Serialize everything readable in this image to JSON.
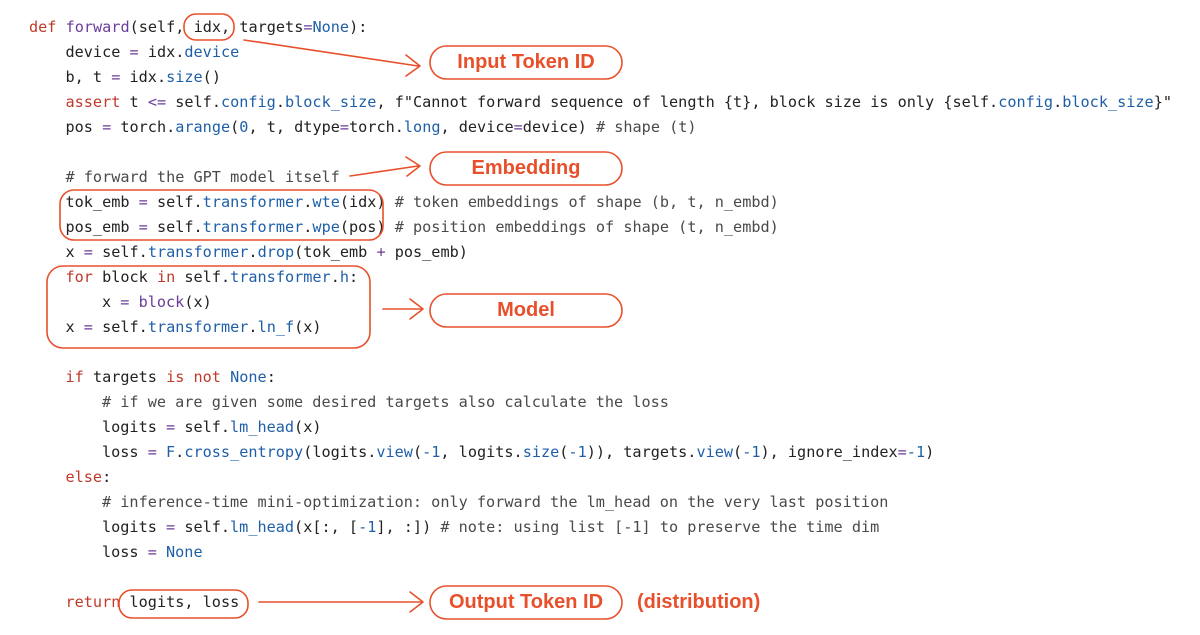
{
  "code_lines": [
    {
      "indent": 0,
      "tokens": [
        [
          "kw",
          "def "
        ],
        [
          "fn",
          "forward"
        ],
        [
          "nm",
          "(self, "
        ],
        [
          "nm",
          "idx, "
        ],
        [
          "nm",
          "targets"
        ],
        [
          "op",
          "="
        ],
        [
          "attr",
          "None"
        ],
        [
          "nm",
          "):"
        ]
      ]
    },
    {
      "indent": 1,
      "tokens": [
        [
          "nm",
          "device "
        ],
        [
          "op",
          "= "
        ],
        [
          "nm",
          "idx."
        ],
        [
          "attr",
          "device"
        ]
      ]
    },
    {
      "indent": 1,
      "tokens": [
        [
          "nm",
          "b, t "
        ],
        [
          "op",
          "= "
        ],
        [
          "nm",
          "idx."
        ],
        [
          "attr",
          "size"
        ],
        [
          "nm",
          "()"
        ]
      ]
    },
    {
      "indent": 1,
      "tokens": [
        [
          "kw",
          "assert "
        ],
        [
          "nm",
          "t "
        ],
        [
          "op",
          "<= "
        ],
        [
          "nm",
          "self."
        ],
        [
          "attr",
          "config"
        ],
        [
          "nm",
          "."
        ],
        [
          "attr",
          "block_size"
        ],
        [
          "nm",
          ", f\"Cannot forward sequence of length {t}, block size is only {self."
        ],
        [
          "attr",
          "config"
        ],
        [
          "nm",
          "."
        ],
        [
          "attr",
          "block_size"
        ],
        [
          "nm",
          "}\""
        ]
      ]
    },
    {
      "indent": 1,
      "tokens": [
        [
          "nm",
          "pos "
        ],
        [
          "op",
          "= "
        ],
        [
          "nm",
          "torch."
        ],
        [
          "attr",
          "arange"
        ],
        [
          "nm",
          "("
        ],
        [
          "num",
          "0"
        ],
        [
          "nm",
          ", t, dtype"
        ],
        [
          "op",
          "="
        ],
        [
          "nm",
          "torch."
        ],
        [
          "attr",
          "long"
        ],
        [
          "nm",
          ", device"
        ],
        [
          "op",
          "="
        ],
        [
          "nm",
          "device) "
        ],
        [
          "cm",
          "# shape (t)"
        ]
      ]
    },
    {
      "indent": 1,
      "tokens": []
    },
    {
      "indent": 1,
      "tokens": [
        [
          "cm",
          "# forward the GPT model itself"
        ]
      ]
    },
    {
      "indent": 1,
      "tokens": [
        [
          "nm",
          "tok_emb "
        ],
        [
          "op",
          "= "
        ],
        [
          "nm",
          "self."
        ],
        [
          "attr",
          "transformer"
        ],
        [
          "nm",
          "."
        ],
        [
          "attr",
          "wte"
        ],
        [
          "nm",
          "(idx) "
        ],
        [
          "cm",
          "# token embeddings of shape (b, t, n_embd)"
        ]
      ]
    },
    {
      "indent": 1,
      "tokens": [
        [
          "nm",
          "pos_emb "
        ],
        [
          "op",
          "= "
        ],
        [
          "nm",
          "self."
        ],
        [
          "attr",
          "transformer"
        ],
        [
          "nm",
          "."
        ],
        [
          "attr",
          "wpe"
        ],
        [
          "nm",
          "(pos) "
        ],
        [
          "cm",
          "# position embeddings of shape (t, n_embd)"
        ]
      ]
    },
    {
      "indent": 1,
      "tokens": [
        [
          "nm",
          "x "
        ],
        [
          "op",
          "= "
        ],
        [
          "nm",
          "self."
        ],
        [
          "attr",
          "transformer"
        ],
        [
          "nm",
          "."
        ],
        [
          "attr",
          "drop"
        ],
        [
          "nm",
          "(tok_emb "
        ],
        [
          "op",
          "+ "
        ],
        [
          "nm",
          "pos_emb)"
        ]
      ]
    },
    {
      "indent": 1,
      "tokens": [
        [
          "kw",
          "for "
        ],
        [
          "nm",
          "block "
        ],
        [
          "kw",
          "in "
        ],
        [
          "nm",
          "self."
        ],
        [
          "attr",
          "transformer"
        ],
        [
          "nm",
          "."
        ],
        [
          "attr",
          "h"
        ],
        [
          "nm",
          ":"
        ]
      ]
    },
    {
      "indent": 2,
      "tokens": [
        [
          "nm",
          "x "
        ],
        [
          "op",
          "= "
        ],
        [
          "fn",
          "block"
        ],
        [
          "nm",
          "(x)"
        ]
      ]
    },
    {
      "indent": 1,
      "tokens": [
        [
          "nm",
          "x "
        ],
        [
          "op",
          "= "
        ],
        [
          "nm",
          "self."
        ],
        [
          "attr",
          "transformer"
        ],
        [
          "nm",
          "."
        ],
        [
          "attr",
          "ln_f"
        ],
        [
          "nm",
          "(x)"
        ]
      ]
    },
    {
      "indent": 1,
      "tokens": []
    },
    {
      "indent": 1,
      "tokens": [
        [
          "kw",
          "if "
        ],
        [
          "nm",
          "targets "
        ],
        [
          "kw",
          "is not "
        ],
        [
          "attr",
          "None"
        ],
        [
          "nm",
          ":"
        ]
      ]
    },
    {
      "indent": 2,
      "tokens": [
        [
          "cm",
          "# if we are given some desired targets also calculate the loss"
        ]
      ]
    },
    {
      "indent": 2,
      "tokens": [
        [
          "nm",
          "logits "
        ],
        [
          "op",
          "= "
        ],
        [
          "nm",
          "self."
        ],
        [
          "attr",
          "lm_head"
        ],
        [
          "nm",
          "(x)"
        ]
      ]
    },
    {
      "indent": 2,
      "tokens": [
        [
          "nm",
          "loss "
        ],
        [
          "op",
          "= "
        ],
        [
          "attr",
          "F"
        ],
        [
          "nm",
          "."
        ],
        [
          "attr",
          "cross_entropy"
        ],
        [
          "nm",
          "(logits."
        ],
        [
          "attr",
          "view"
        ],
        [
          "nm",
          "("
        ],
        [
          "num",
          "-1"
        ],
        [
          "nm",
          ", logits."
        ],
        [
          "attr",
          "size"
        ],
        [
          "nm",
          "("
        ],
        [
          "num",
          "-1"
        ],
        [
          "nm",
          ")), targets."
        ],
        [
          "attr",
          "view"
        ],
        [
          "nm",
          "("
        ],
        [
          "num",
          "-1"
        ],
        [
          "nm",
          "), ignore_index"
        ],
        [
          "op",
          "="
        ],
        [
          "num",
          "-1"
        ],
        [
          "nm",
          ")"
        ]
      ]
    },
    {
      "indent": 1,
      "tokens": [
        [
          "kw",
          "else"
        ],
        [
          "nm",
          ":"
        ]
      ]
    },
    {
      "indent": 2,
      "tokens": [
        [
          "cm",
          "# inference-time mini-optimization: only forward the lm_head on the very last position"
        ]
      ]
    },
    {
      "indent": 2,
      "tokens": [
        [
          "nm",
          "logits "
        ],
        [
          "op",
          "= "
        ],
        [
          "nm",
          "self."
        ],
        [
          "attr",
          "lm_head"
        ],
        [
          "nm",
          "(x[:, ["
        ],
        [
          "num",
          "-1"
        ],
        [
          "nm",
          "], :]) "
        ],
        [
          "cm",
          "# note: using list [-1] to preserve the time dim"
        ]
      ]
    },
    {
      "indent": 2,
      "tokens": [
        [
          "nm",
          "loss "
        ],
        [
          "op",
          "= "
        ],
        [
          "attr",
          "None"
        ]
      ]
    },
    {
      "indent": 1,
      "tokens": []
    },
    {
      "indent": 1,
      "tokens": [
        [
          "kw",
          "return "
        ],
        [
          "nm",
          "logits, loss"
        ]
      ]
    }
  ],
  "annotations": {
    "input": "Input Token ID",
    "embedding": "Embedding",
    "model": "Model",
    "output": "Output Token ID",
    "output_note": "(distribution)"
  },
  "colors": {
    "accent": "#e8502c",
    "keyword": "#c0392b",
    "attribute": "#1f5fa8",
    "function": "#6a3d9a",
    "comment": "#4a4a4a"
  }
}
